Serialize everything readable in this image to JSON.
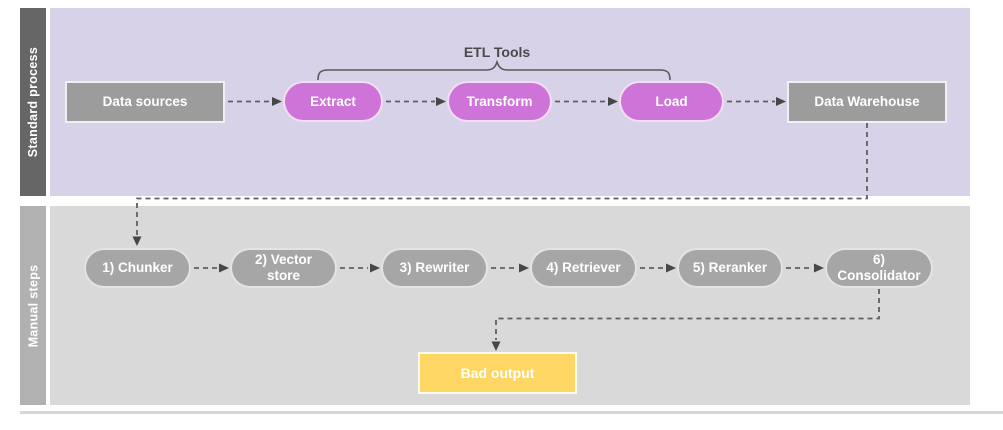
{
  "diagram": {
    "title_hint": "ETL pipeline with standard process and manual steps",
    "annotations": {
      "etl_tools": "ETL Tools"
    },
    "lanes": [
      {
        "label": "Standard process",
        "nodes": [
          {
            "id": "data_sources",
            "label": "Data sources",
            "shape": "rectangle",
            "color": "#9C9C9C"
          },
          {
            "id": "extract",
            "label": "Extract",
            "shape": "pill",
            "color": "#CE74D9"
          },
          {
            "id": "transform",
            "label": "Transform",
            "shape": "pill",
            "color": "#CE74D9"
          },
          {
            "id": "load",
            "label": "Load",
            "shape": "pill",
            "color": "#CE74D9"
          },
          {
            "id": "data_warehouse",
            "label": "Data Warehouse",
            "shape": "rectangle",
            "color": "#9C9C9C"
          }
        ]
      },
      {
        "label": "Manual steps",
        "nodes": [
          {
            "id": "chunker",
            "label": "1) Chunker",
            "shape": "pill",
            "color": "#A6A6A6"
          },
          {
            "id": "vector_store",
            "label": "2) Vector store",
            "shape": "pill",
            "color": "#A6A6A6"
          },
          {
            "id": "rewriter",
            "label": "3) Rewriter",
            "shape": "pill",
            "color": "#A6A6A6"
          },
          {
            "id": "retriever",
            "label": "4) Retriever",
            "shape": "pill",
            "color": "#A6A6A6"
          },
          {
            "id": "reranker",
            "label": "5) Reranker",
            "shape": "pill",
            "color": "#A6A6A6"
          },
          {
            "id": "consolidator",
            "label": "6) Consolidator",
            "shape": "pill",
            "color": "#A6A6A6"
          },
          {
            "id": "bad_output",
            "label": "Bad output",
            "shape": "rectangle",
            "color": "#FDD663"
          }
        ]
      }
    ],
    "connections": [
      {
        "from": "data_sources",
        "to": "extract",
        "style": "dashed-arrow"
      },
      {
        "from": "extract",
        "to": "transform",
        "style": "dashed-arrow"
      },
      {
        "from": "transform",
        "to": "load",
        "style": "dashed-arrow"
      },
      {
        "from": "load",
        "to": "data_warehouse",
        "style": "dashed-arrow"
      },
      {
        "from": "data_warehouse",
        "to": "chunker",
        "style": "dashed-arrow"
      },
      {
        "from": "chunker",
        "to": "vector_store",
        "style": "dashed-arrow"
      },
      {
        "from": "vector_store",
        "to": "rewriter",
        "style": "dashed-arrow"
      },
      {
        "from": "rewriter",
        "to": "retriever",
        "style": "dashed-arrow"
      },
      {
        "from": "retriever",
        "to": "reranker",
        "style": "dashed-arrow"
      },
      {
        "from": "reranker",
        "to": "consolidator",
        "style": "dashed-arrow"
      },
      {
        "from": "consolidator",
        "to": "bad_output",
        "style": "dashed-arrow"
      }
    ],
    "colors": {
      "lane1_body": "#D8D2E8",
      "lane1_label_bg": "#666666",
      "lane2_body": "#D9D9D9",
      "lane2_label_bg": "#B1B1B1",
      "magenta_node": "#CE74D9",
      "gray_box": "#9C9C9C",
      "gray_pill": "#A6A6A6",
      "yellow_node": "#FDD663",
      "connector": "#5F5F5F",
      "node_text": "#FFFFFF",
      "annotation_text": "#4A4A4A"
    }
  }
}
